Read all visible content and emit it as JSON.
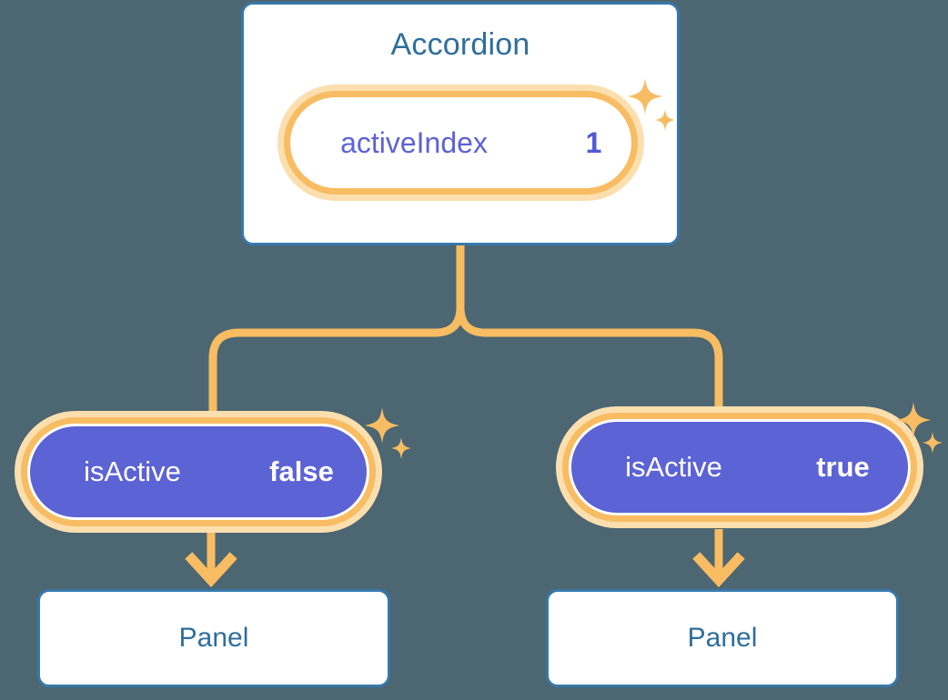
{
  "theme": {
    "background": "#4c6672",
    "card_border": "#3778ab",
    "card_fill": "#ffffff",
    "title_text": "#2f6e9b",
    "accent_orange": "#f8bc62",
    "accent_orange_soft": "#fbdfae",
    "state_purple": "#5c63d5",
    "value_text": "#ffffff"
  },
  "tree": {
    "root": {
      "title": "Accordion",
      "state": {
        "key": "activeIndex",
        "value": "1"
      },
      "sparkle_icons": [
        "sparkle-large-icon",
        "sparkle-small-icon"
      ]
    },
    "children": [
      {
        "state": {
          "key": "isActive",
          "value": "false"
        },
        "panel_title": "Panel",
        "sparkle_icons": [
          "sparkle-large-icon",
          "sparkle-small-icon"
        ],
        "arrow_icon": "arrow-down-icon"
      },
      {
        "state": {
          "key": "isActive",
          "value": "true"
        },
        "panel_title": "Panel",
        "sparkle_icons": [
          "sparkle-large-icon",
          "sparkle-small-icon"
        ],
        "arrow_icon": "arrow-down-icon"
      }
    ]
  }
}
